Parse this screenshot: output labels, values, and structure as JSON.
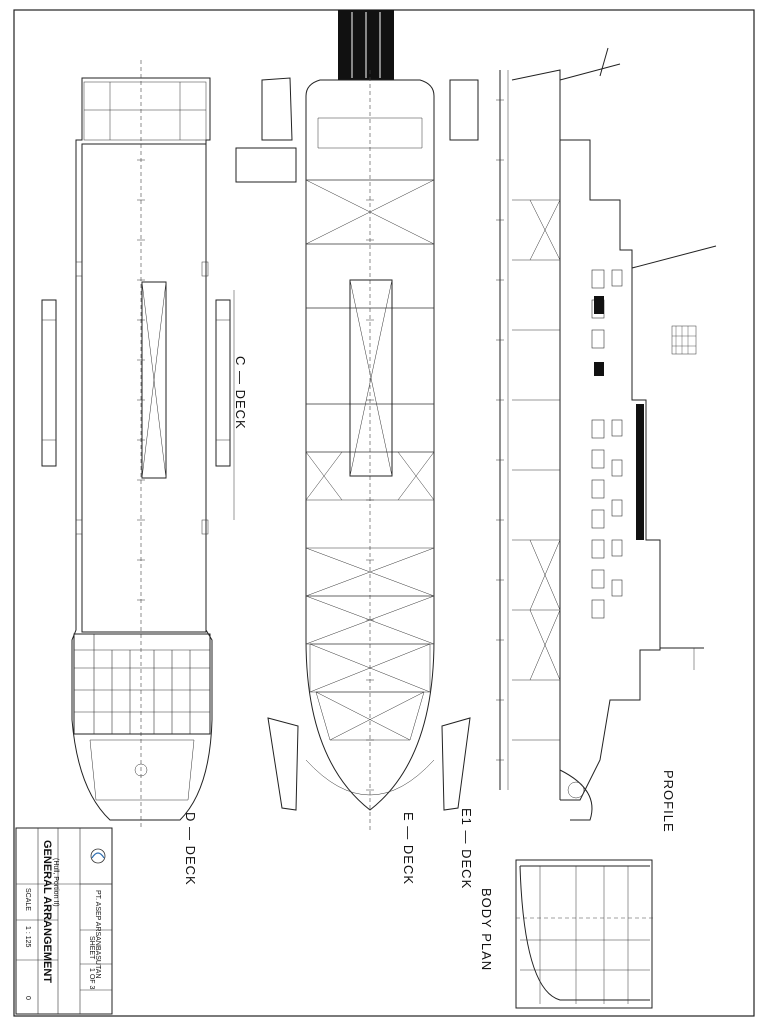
{
  "labels": {
    "d_deck": "D — DECK",
    "c_deck": "C — DECK",
    "e_deck": "E — DECK",
    "e1_deck": "E1 — DECK",
    "profile": "PROFILE",
    "body_plan": "BODY PLAN"
  },
  "title_block": {
    "drawing_title": "GENERAL ARRANGEMENT",
    "subtitle": "(Hull, Portion II)",
    "company": "PT. ASEP ARSANBASUTAN",
    "scale_label": "SCALE",
    "scale_value": "1 : 125",
    "sheet_label": "SHEET",
    "sheet_value": "1 OF 3",
    "revision": "0"
  },
  "colors": {
    "line": "#222222",
    "background": "#ffffff"
  }
}
